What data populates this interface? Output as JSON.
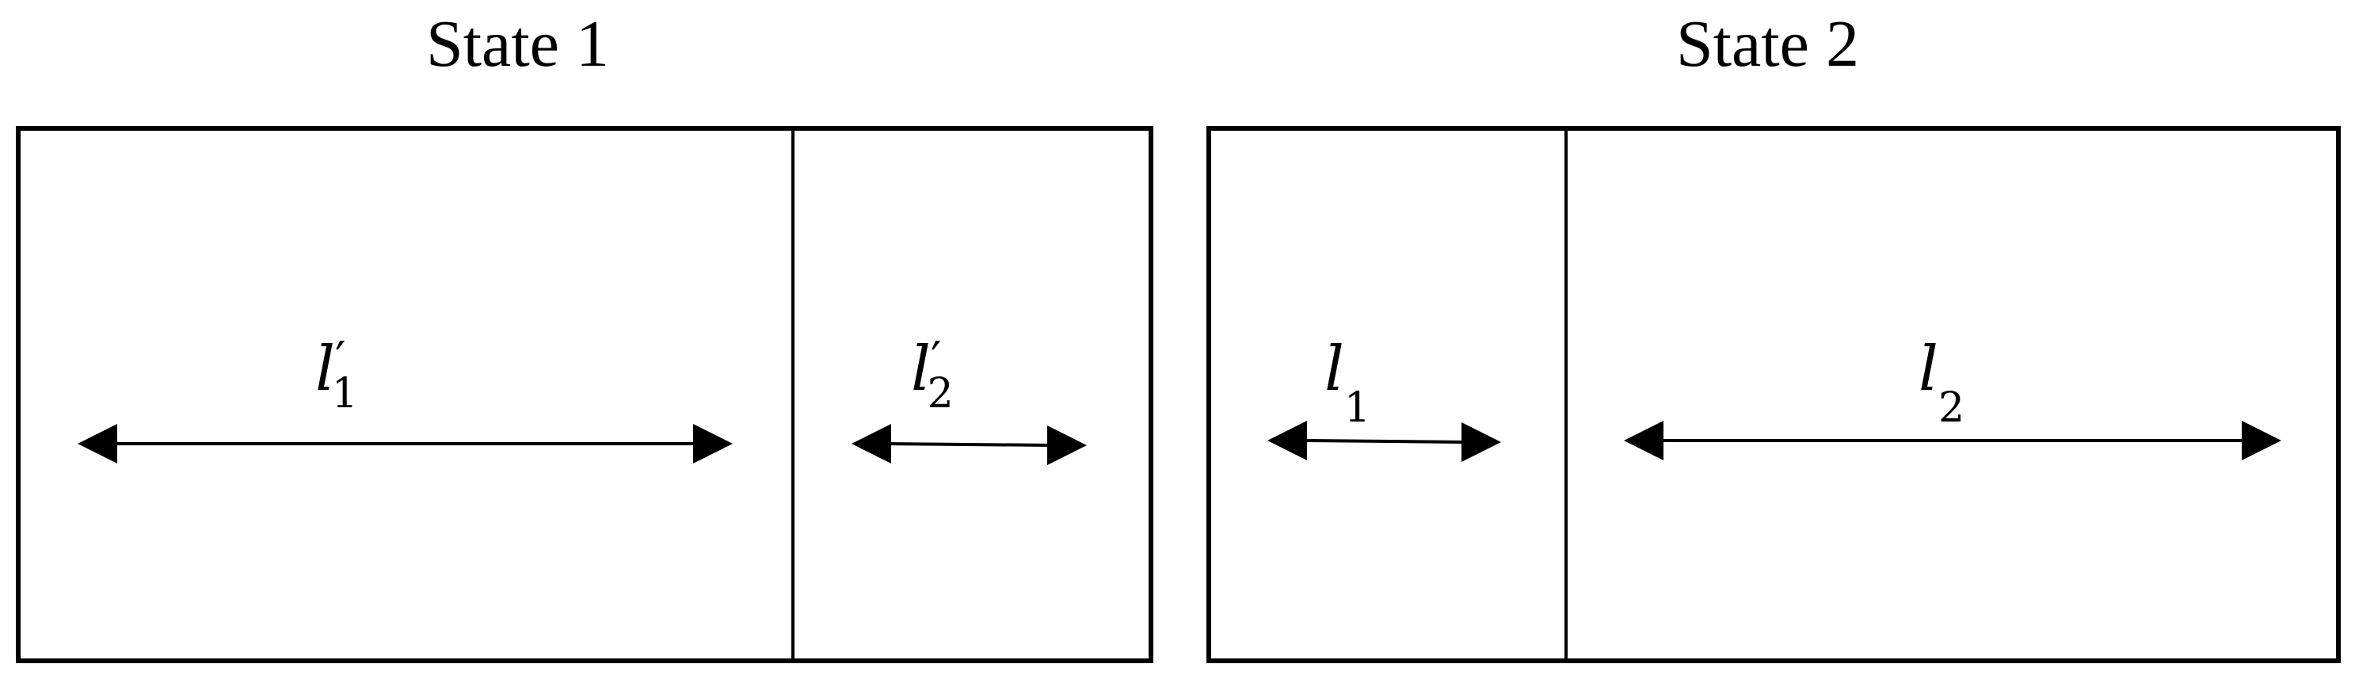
{
  "states": [
    {
      "title": "State 1",
      "lengths": [
        {
          "symbol": "l",
          "prime": "′",
          "subscript": "1"
        },
        {
          "symbol": "l",
          "prime": "′",
          "subscript": "2"
        }
      ]
    },
    {
      "title": "State 2",
      "lengths": [
        {
          "symbol": "l",
          "prime": "",
          "subscript": "1"
        },
        {
          "symbol": "l",
          "prime": "",
          "subscript": "2"
        }
      ]
    }
  ]
}
